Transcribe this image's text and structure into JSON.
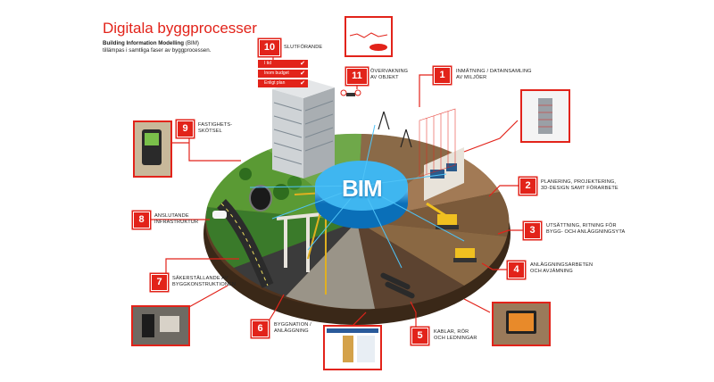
{
  "header": {
    "title": "Digitala byggprocesser",
    "subtitle_bold": "Building Information Modelling",
    "subtitle_abbr": "(BIM)",
    "subtitle_line2": "tillämpas i samtliga faser av byggprocessen."
  },
  "center_label": "BIM",
  "budget_panel": {
    "items": [
      "I tid",
      "Inom budget",
      "Enligt plan"
    ]
  },
  "phases": [
    {
      "number": "1",
      "label_lines": [
        "INMÄTNING / DATAINSAMLING",
        "AV MILJÖER"
      ]
    },
    {
      "number": "2",
      "label_lines": [
        "PLANERING, PROJEKTERING,",
        "3D-DESIGN SAMT FÖRARBETE"
      ]
    },
    {
      "number": "3",
      "label_lines": [
        "UTSÄTTNING, RITNING FÖR",
        "BYGG- OCH ANLÄGGNINGSYTA"
      ]
    },
    {
      "number": "4",
      "label_lines": [
        "ANLÄGGNINGSARBETEN",
        "OCH AVJÄMNING"
      ]
    },
    {
      "number": "5",
      "label_lines": [
        "KABLAR, RÖR",
        "OCH LEDNINGAR"
      ]
    },
    {
      "number": "6",
      "label_lines": [
        "BYGGNATION /",
        "ANLÄGGNING"
      ]
    },
    {
      "number": "7",
      "label_lines": [
        "SÄKERSTÄLLANDE AV",
        "BYGGKONSTRUKTIONEN"
      ]
    },
    {
      "number": "8",
      "label_lines": [
        "ANSLUTANDE",
        "INFRASTRUKTUR"
      ]
    },
    {
      "number": "9",
      "label_lines": [
        "FASTIGHETS-",
        "SKÖTSEL"
      ]
    },
    {
      "number": "10",
      "label_lines": [
        "SLUTFÖRANDE"
      ]
    },
    {
      "number": "11",
      "label_lines": [
        "ÖVERVAKNING",
        "AV OBJEKT"
      ]
    }
  ],
  "colors": {
    "accent": "#e2231a",
    "bim_blue": "#1aa0e0",
    "soil": "#6b4a2e",
    "grass": "#4c8a2c"
  }
}
